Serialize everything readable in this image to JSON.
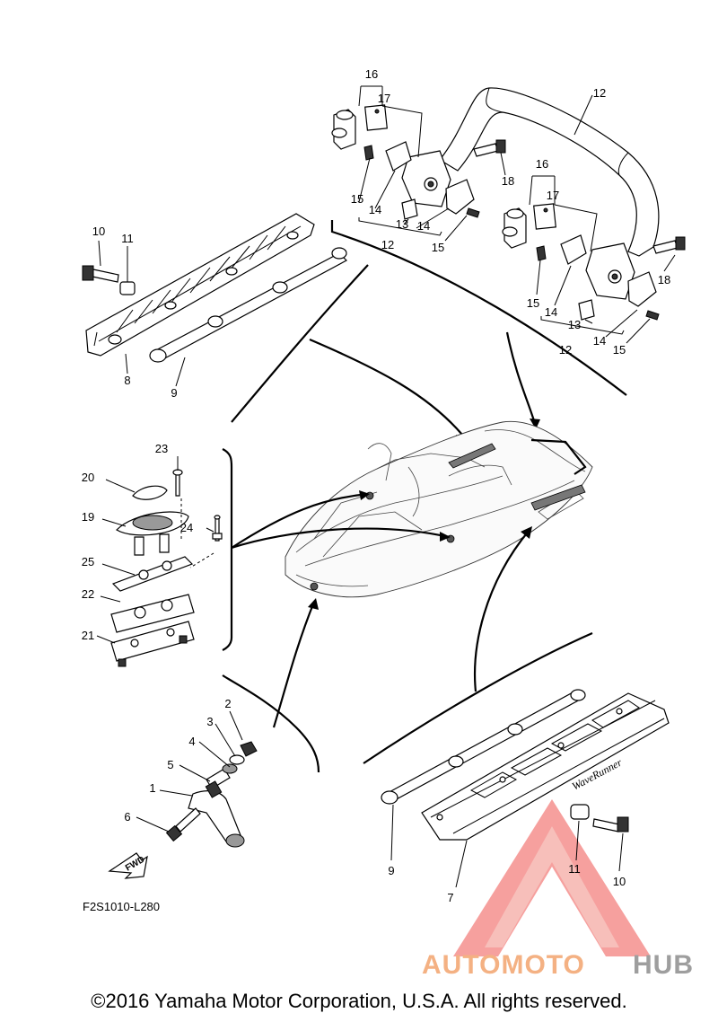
{
  "callouts": {
    "c1": "1",
    "c2": "2",
    "c3": "3",
    "c4": "4",
    "c5": "5",
    "c6": "6",
    "c7": "7",
    "c8": "8",
    "c9a": "9",
    "c9b": "9",
    "c10a": "10",
    "c10b": "10",
    "c11a": "11",
    "c11b": "11",
    "c12a": "12",
    "c12b": "12",
    "c12c": "12",
    "c13a": "13",
    "c13b": "13",
    "c14a": "14",
    "c14b": "14",
    "c14c": "14",
    "c14d": "14",
    "c15a": "15",
    "c15b": "15",
    "c15c": "15",
    "c15d": "15",
    "c16a": "16",
    "c16b": "16",
    "c17a": "17",
    "c17b": "17",
    "c18a": "18",
    "c18b": "18",
    "c19": "19",
    "c20": "20",
    "c21": "21",
    "c22": "22",
    "c23": "23",
    "c24": "24",
    "c25": "25"
  },
  "fwd_label": "FWD",
  "stern_badge": "WaveRunner",
  "diagram_code": "F2S1010-L280",
  "copyright": "©2016 Yamaha Motor Corporation, U.S.A. All rights reserved.",
  "watermark": {
    "left": "AUTOMOTO",
    "right": "HUB",
    "triangle_color": "#e53935",
    "text_color": "#f4b183"
  }
}
